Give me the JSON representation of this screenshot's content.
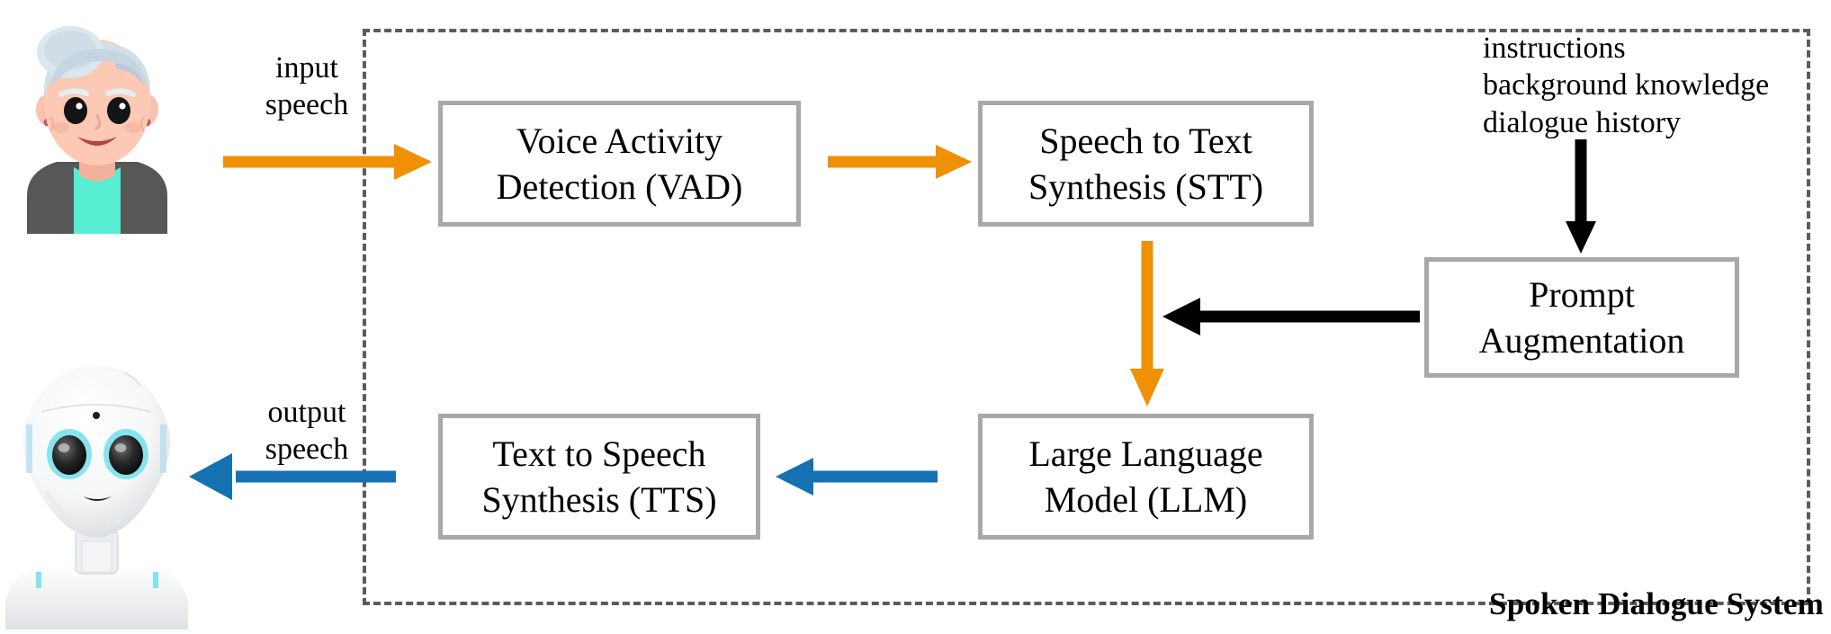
{
  "diagram": {
    "title": "Spoken Dialogue System",
    "container_label": "Spoken Dialogue System",
    "colors": {
      "orange": "#ef9007",
      "blue": "#1472b3",
      "black": "#000000",
      "box_border": "#a8a8a8",
      "dashed_border": "#5b5b5b",
      "background": "#ffffff"
    },
    "boxes": [
      {
        "id": "vad",
        "line1": "Voice Activity",
        "line2": "Detection (VAD)"
      },
      {
        "id": "stt",
        "line1": "Speech to Text",
        "line2": "Synthesis (STT)"
      },
      {
        "id": "prompt",
        "line1": "Prompt",
        "line2": "Augmentation"
      },
      {
        "id": "tts",
        "line1": "Text to Speech",
        "line2": "Synthesis (TTS)"
      },
      {
        "id": "llm",
        "line1": "Large Language",
        "line2": "Model (LLM)"
      }
    ],
    "edge_labels": {
      "input_line1": "input",
      "input_line2": "speech",
      "output_line1": "output",
      "output_line2": "speech"
    },
    "augmentation_inputs": {
      "line1": "instructions",
      "line2": "background knowledge",
      "line3": "dialogue history"
    },
    "actors": {
      "user": "elderly-woman-avatar",
      "robot": "pepper-robot-avatar"
    },
    "arrows": [
      {
        "from": "user",
        "to": "vad",
        "color": "#ef9007",
        "direction": "right"
      },
      {
        "from": "vad",
        "to": "stt",
        "color": "#ef9007",
        "direction": "right"
      },
      {
        "from": "stt",
        "to": "llm",
        "color": "#ef9007",
        "direction": "down"
      },
      {
        "from": "prompt",
        "to": "stt-llm-link",
        "color": "#000000",
        "direction": "left"
      },
      {
        "from": "augmentation-inputs",
        "to": "prompt",
        "color": "#000000",
        "direction": "down"
      },
      {
        "from": "llm",
        "to": "tts",
        "color": "#1472b3",
        "direction": "left"
      },
      {
        "from": "tts",
        "to": "robot",
        "color": "#1472b3",
        "direction": "left"
      }
    ]
  }
}
